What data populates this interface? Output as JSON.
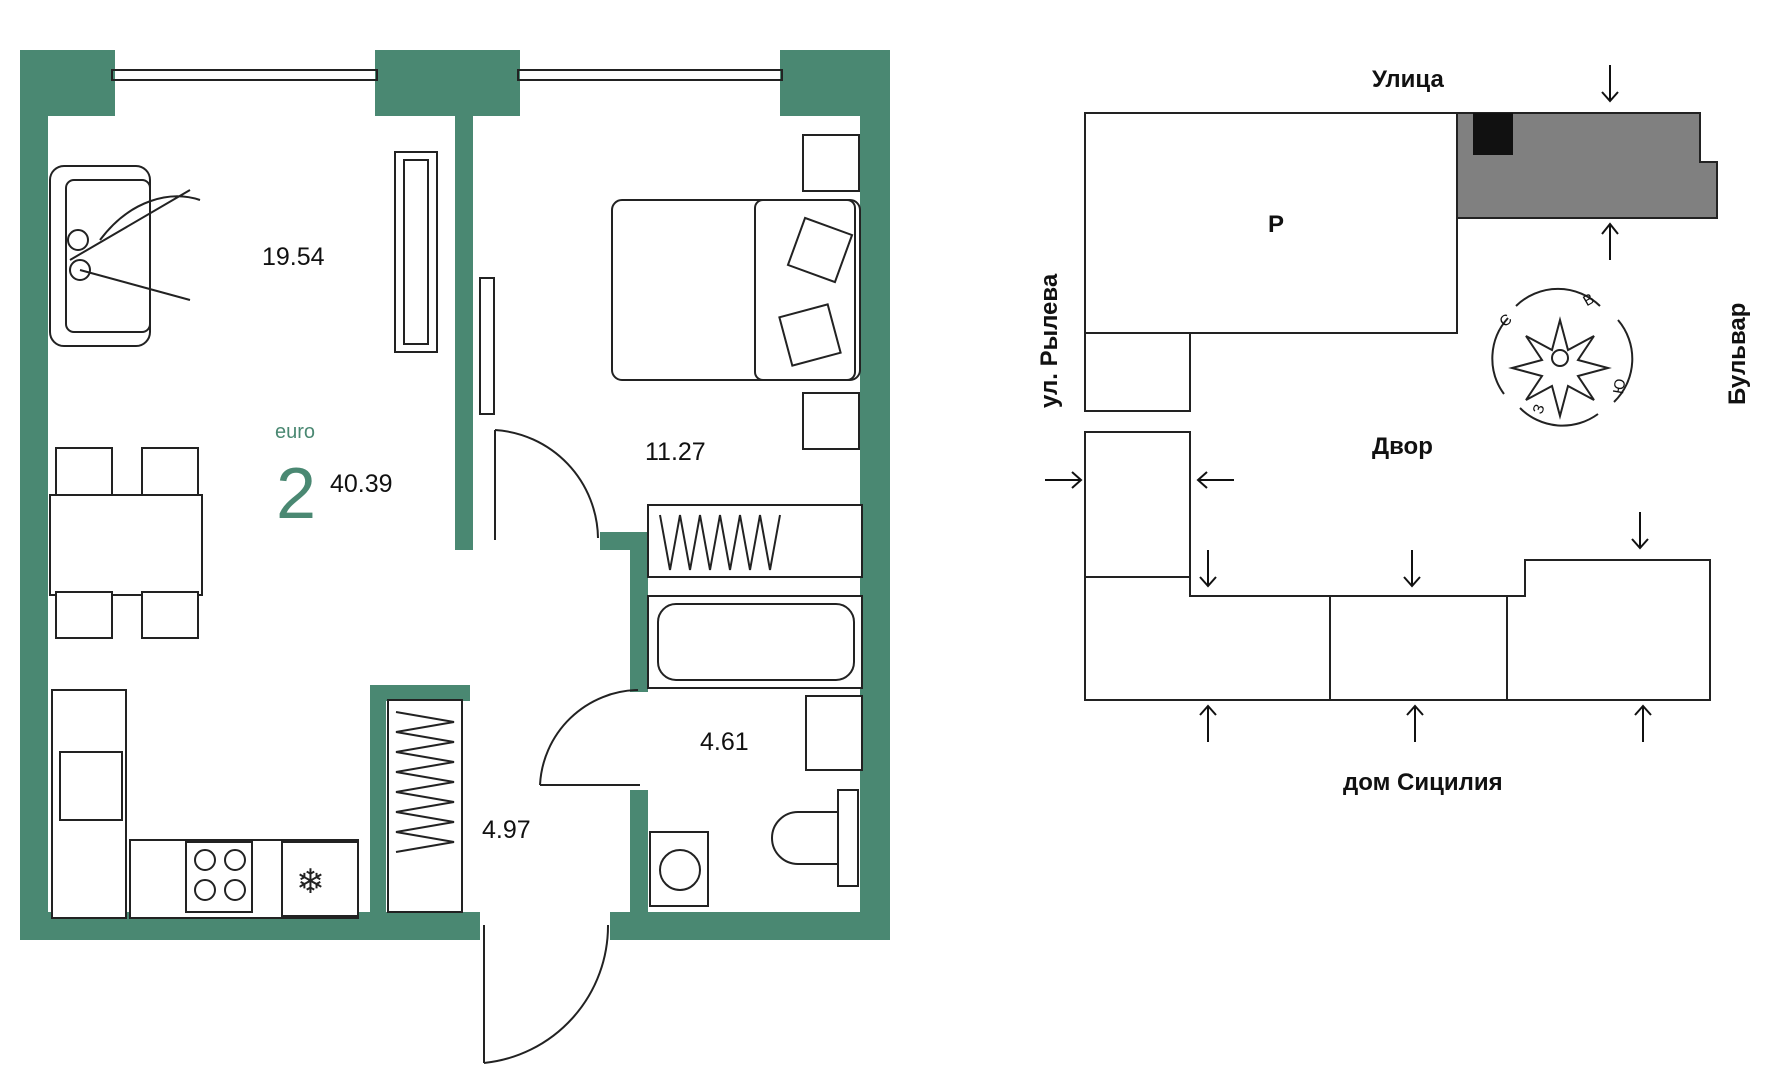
{
  "apartment": {
    "type_label": "euro",
    "rooms_count": "2",
    "total_area": "40.39",
    "rooms": [
      {
        "id": "living",
        "area": "19.54"
      },
      {
        "id": "bedroom",
        "area": "11.27"
      },
      {
        "id": "bathroom",
        "area": "4.61"
      },
      {
        "id": "hallway",
        "area": "4.97"
      }
    ]
  },
  "site_plan": {
    "street_top": "Улица",
    "street_left": "ул. Рылева",
    "street_right": "Бульвар",
    "courtyard": "Двор",
    "house_bottom": "дом Сицилия",
    "building_mark": "Р",
    "compass": {
      "north": "С",
      "east": "В",
      "south": "Ю",
      "west": "З"
    }
  },
  "colors": {
    "wall": "#4a8872",
    "accent_text": "#4a8872",
    "highlight_building": "#808080"
  }
}
